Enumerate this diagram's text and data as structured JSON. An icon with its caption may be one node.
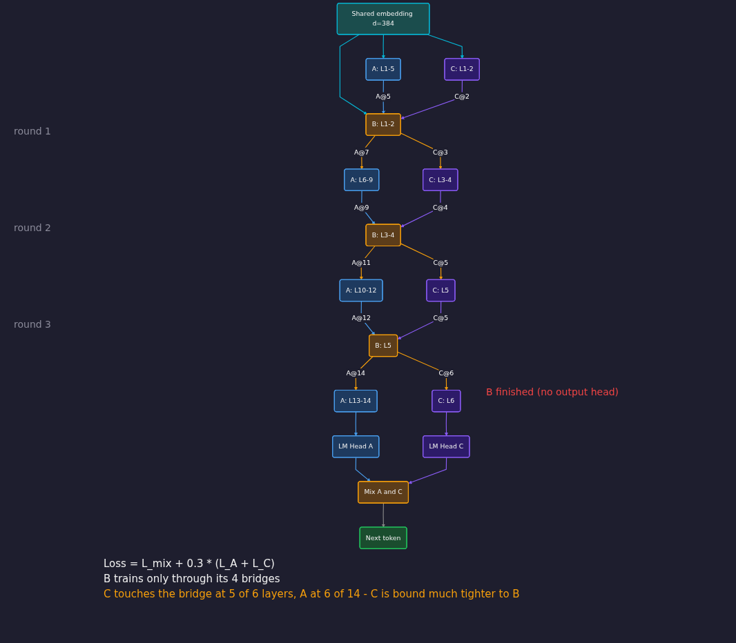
{
  "diagram": {
    "nodes": [
      {
        "text": [
          "Shared embedding d=384"
        ]
      },
      {
        "text": [
          "A: L1-5"
        ]
      },
      {
        "text": [
          "C: L1-2"
        ]
      },
      {
        "text": [
          "B: L1-2"
        ]
      },
      {
        "text": [
          "A: L6-9"
        ]
      },
      {
        "text": [
          "C: L3-4"
        ]
      },
      {
        "text": [
          "B: L3-4"
        ]
      },
      {
        "text": [
          "A: L10-12"
        ]
      },
      {
        "text": [
          "C: L5"
        ]
      },
      {
        "text": [
          "B: L5"
        ]
      },
      {
        "text": [
          "A: L13-14"
        ]
      },
      {
        "text": [
          "C: L6"
        ]
      },
      {
        "text": [
          "LM Head A"
        ]
      },
      {
        "text": [
          "LM Head C"
        ]
      },
      {
        "text": [
          "Mix A and C"
        ]
      },
      {
        "text": [
          "Next token"
        ]
      }
    ],
    "edges": [
      {
        "from": 0,
        "to": 1,
        "arrow": "to",
        "color": "#06b6d4"
      },
      {
        "from": 0,
        "to": 3,
        "arrow": "to",
        "color": "#06b6d4"
      },
      {
        "from": 0,
        "to": 2,
        "arrow": "to",
        "color": "#06b6d4"
      },
      {
        "from": 1,
        "to": 3,
        "arrow": "to",
        "label": "A@5",
        "color": "#4a9eed"
      },
      {
        "from": 2,
        "to": 3,
        "arrow": "to",
        "label": "C@2",
        "color": "#8b5cf6"
      },
      {
        "from": 3,
        "to": 4,
        "arrow": "to",
        "label": "A@7"
      },
      {
        "from": 3,
        "to": 5,
        "arrow": "to",
        "label": "C@3"
      },
      {
        "from": 4,
        "to": 6,
        "arrow": "to",
        "label": "A@9",
        "color": "#4a9eed"
      },
      {
        "from": 5,
        "to": 6,
        "arrow": "to",
        "label": "C@4",
        "color": "#8b5cf6"
      },
      {
        "from": 6,
        "to": 7,
        "arrow": "to",
        "label": "A@11"
      },
      {
        "from": 6,
        "to": 8,
        "arrow": "to",
        "label": "C@5"
      },
      {
        "from": 7,
        "to": 9,
        "arrow": "to",
        "label": "A@12",
        "color": "#4a9eed"
      },
      {
        "from": 8,
        "to": 9,
        "arrow": "to",
        "label": "C@5",
        "color": "#8b5cf6"
      },
      {
        "from": 9,
        "to": 10,
        "arrow": "to",
        "label": "A@14"
      },
      {
        "from": 9,
        "to": 11,
        "arrow": "to",
        "label": "C@6"
      },
      {
        "from": 10,
        "to": 12,
        "arrow": "to",
        "color": "#4a9eed"
      },
      {
        "from": 11,
        "to": 13,
        "arrow": "to",
        "color": "#8b5cf6"
      },
      {
        "from": 12,
        "to": 14,
        "arrow": "to",
        "color": "#4a9eed"
      },
      {
        "from": 13,
        "to": 14,
        "arrow": "to",
        "color": "#8b5cf6"
      },
      {
        "from": 14,
        "to": 15,
        "arrow": "to",
        "color": "#888888"
      }
    ],
    "labels": [
      "round 1",
      "round 2",
      "round 3",
      "B finished (no output head)",
      "Loss = L_mix + 0.3 * (L_A + L_C)",
      "B trains only through its 4 bridges",
      "C touches the bridge at 5 of 6 layers, A at 6 of 14 - C is bound much tighter to B"
    ]
  }
}
